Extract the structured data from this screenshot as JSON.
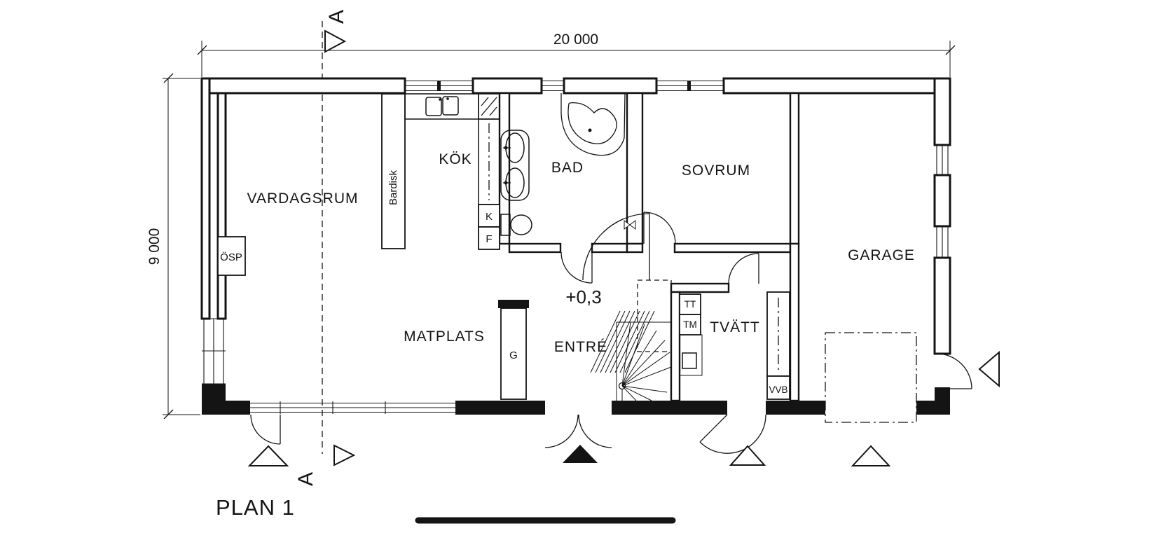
{
  "drawing": {
    "title": "PLAN 1",
    "level_marker": "+0,3",
    "section_letter_top": "A",
    "section_letter_bottom": "A",
    "dim_width": "20 000",
    "dim_height": "9 000"
  },
  "rooms": {
    "vardagsrum": "VARDAGSRUM",
    "kok": "KÖK",
    "bad": "BAD",
    "sovrum": "SOVRUM",
    "garage": "GARAGE",
    "matplats": "MATPLATS",
    "entre": "ENTRÉ",
    "tvatt": "TVÄTT"
  },
  "fixtures": {
    "bardisk": "Bardisk",
    "osp": "ÖSP",
    "kyl": "K",
    "frys": "F",
    "garderob": "G",
    "torktumlare": "TT",
    "tvattmaskin": "TM",
    "varmvattenberedare": "VVB"
  },
  "colors": {
    "line": "#141414",
    "background": "#ffffff"
  }
}
